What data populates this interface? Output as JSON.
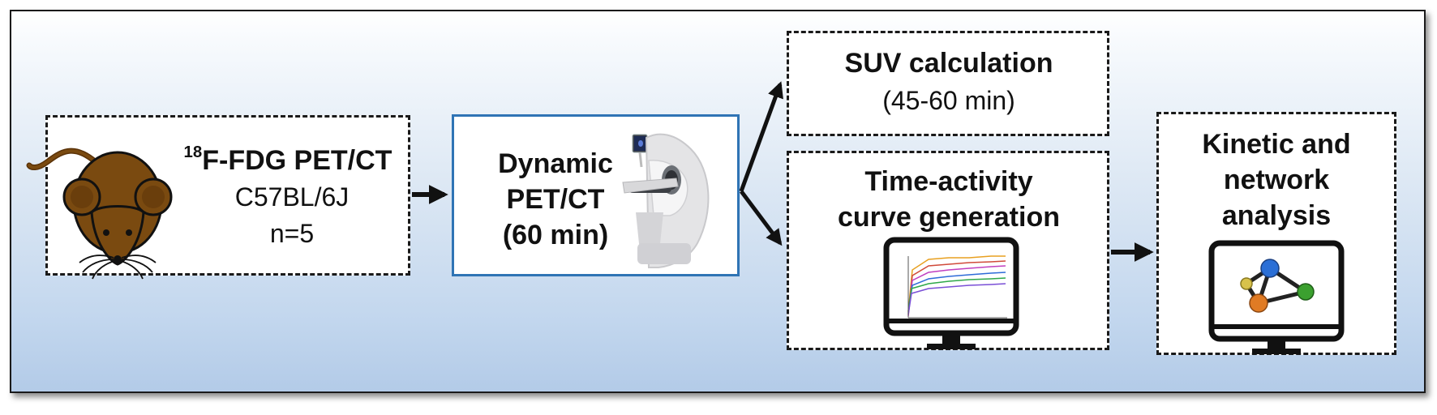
{
  "box_mouse": {
    "title_sup": "18",
    "title_main": "F-FDG PET/CT",
    "line2": "C57BL/6J",
    "line3": "n=5"
  },
  "box_scan": {
    "line1": "Dynamic",
    "line2": "PET/CT",
    "line3": "(60 min)"
  },
  "box_suv": {
    "line1": "SUV calculation",
    "line2": "(45-60 min)"
  },
  "box_tac": {
    "line1": "Time-activity",
    "line2": "curve generation"
  },
  "box_kinetic": {
    "line1": "Kinetic and",
    "line2": "network",
    "line3": "analysis"
  },
  "colors": {
    "scanner_box_border": "#2f74b5",
    "mouse": "#7a4a10",
    "network_nodes": [
      "#2b6fd6",
      "#3ba02f",
      "#e07b24",
      "#d8c24b"
    ]
  },
  "icons": [
    "mouse-icon",
    "pet-ct-scanner-icon",
    "monitor-curves-icon",
    "monitor-network-icon"
  ]
}
